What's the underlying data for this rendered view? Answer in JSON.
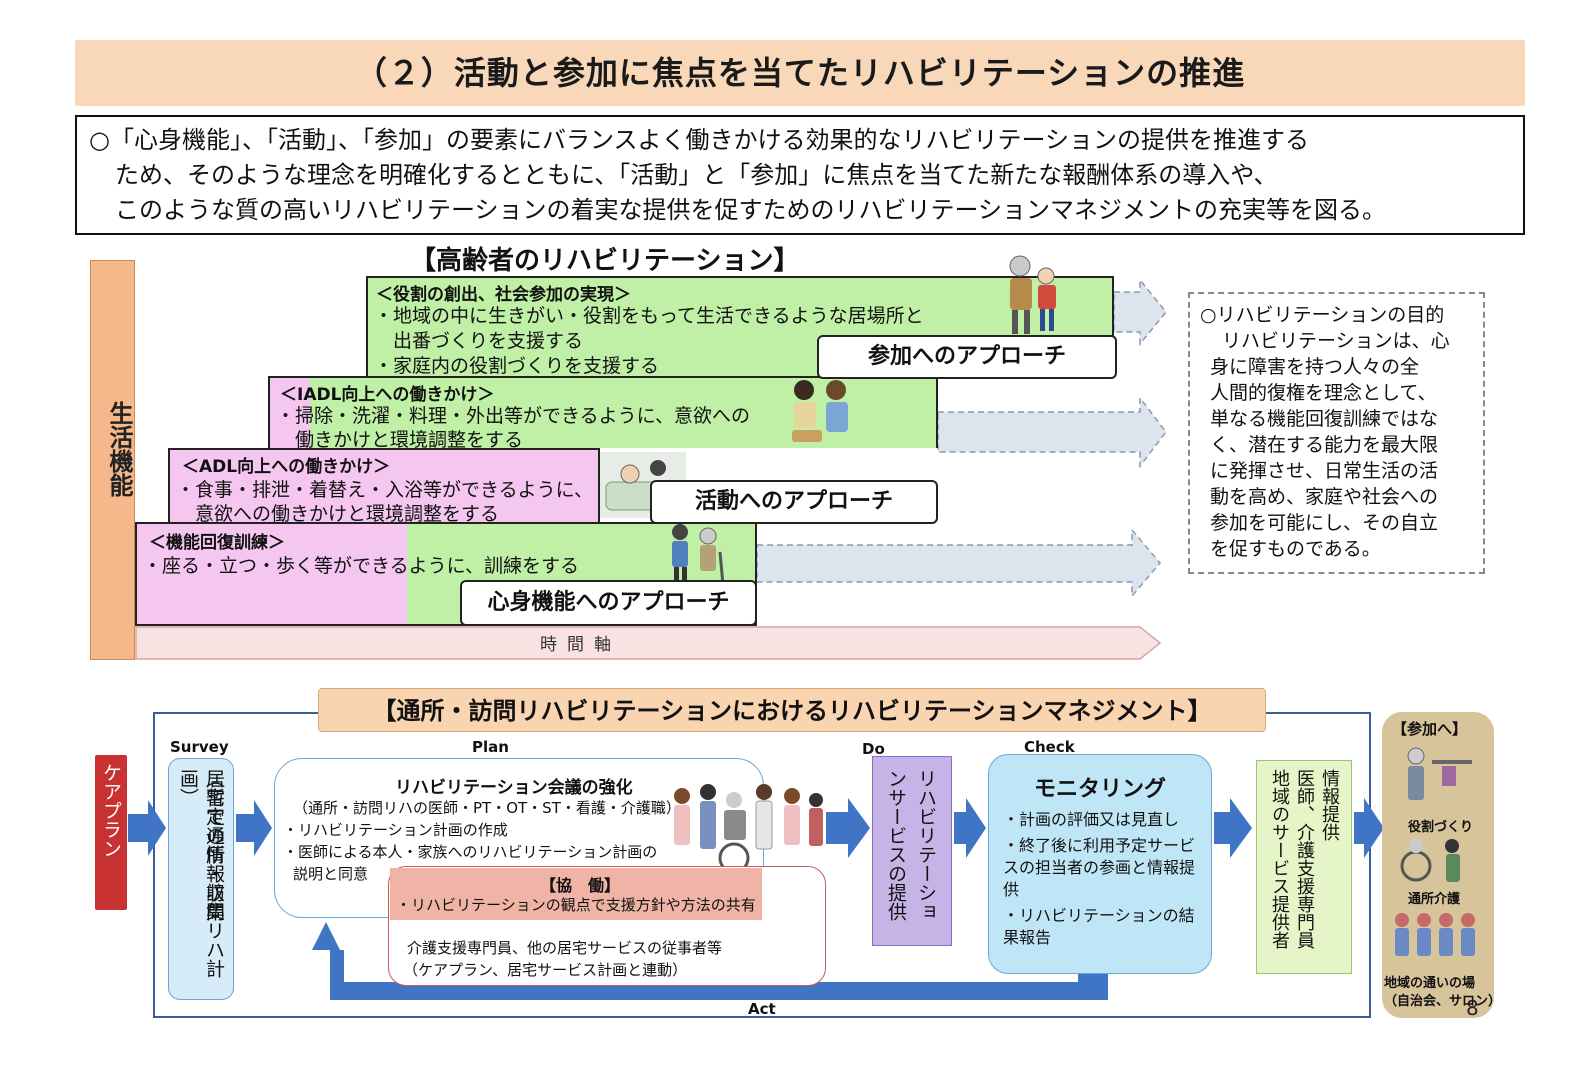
{
  "title": "（２）活動と参加に焦点を当てたリハビリテーションの推進",
  "summary": {
    "line1": "○「心身機能」、「活動」、「参加」の要素にバランスよく働きかける効果的なリハビリテーションの提供を推進する",
    "line2": "ため、そのような理念を明確化するとともに、「活動」と「参加」に焦点を当てた新たな報酬体系の導入や、",
    "line3": "このような質の高いリハビリテーションの着実な提供を促すためのリハビリテーションマネジメントの充実等を図る。"
  },
  "elderly": {
    "heading": "【高齢者のリハビリテーション】",
    "axis_label": "生活機能",
    "time_axis_label": "時間軸",
    "step1": {
      "head": "＜役割の創出、社会参加の実現＞",
      "body1": "・地域の中に生きがい・役割をもって生活できるような居場所と",
      "body2": "　出番づくりを支援する",
      "body3": "・家庭内の役割づくりを支援する"
    },
    "step2": {
      "head": "＜IADL向上への働きかけ＞",
      "body1": "・掃除・洗濯・料理・外出等ができるように、意欲への",
      "body2": "　働きかけと環境調整をする"
    },
    "step3": {
      "head": "＜ADL向上への働きかけ＞",
      "body1": "・食事・排泄・着替え・入浴等ができるように、",
      "body2": "　意欲への働きかけと環境調整をする"
    },
    "step4": {
      "head": "＜機能回復訓練＞",
      "body1": "・座る・立つ・歩く等ができるように、訓練をする"
    },
    "approach_sanka": "参加へのアプローチ",
    "approach_katsudo": "活動へのアプローチ",
    "approach_shinshin": "心身機能へのアプローチ",
    "purpose": {
      "l1": "○リハビリテーションの目的",
      "l2": "リハビリテーションは、心",
      "l3": "身に障害を持つ人々の全",
      "l4": "人間的復権を理念として、",
      "l5": "単なる機能回復訓練ではな",
      "l6": "く、潜在する能力を最大限",
      "l7": "に発揮させ、日常生活の活",
      "l8": "動を高め、家庭や社会への",
      "l9": "参加を可能にし、その自立",
      "l10": "を促すものである。"
    }
  },
  "management": {
    "heading": "【通所・訪問リハビリテーションにおけるリハビリテーションマネジメント】",
    "phases": {
      "survey": "Survey",
      "plan": "Plan",
      "do": "Do",
      "check": "Check",
      "act": "Act"
    },
    "care_plan": "ケアプラン",
    "survey_text1": "居宅での情報収集",
    "survey_text2": "（暫定通所・訪問リハ計画）",
    "plan_title": "リハビリテーション会議の強化",
    "plan_l1": "（通所・訪問リハの医師・PT・OT・ST・看護・介護職）",
    "plan_l2": "・リハビリテーション計画の作成",
    "plan_l3": "・医師による本人・家族へのリハビリテーション計画の",
    "plan_l4": "説明と同意",
    "kyodo_title": "【協　働】",
    "kyodo_body": "・リハビリテーションの観点で支援方針や方法の共有",
    "kyodo_l1": "介護支援専門員、他の居宅サービスの従事者等",
    "kyodo_l2": "（ケアプラン、居宅サービス計画と連動）",
    "do_text": "リハビリテーションサービスの提供",
    "check_title": "モニタリング",
    "check_l1": "・計画の評価又は見直し",
    "check_l2": "・終了後に利用予定サービスの担当者の参画と情報提供",
    "check_l3": "・リハビリテーションの結果報告",
    "info_text1": "情報提供",
    "info_text2": "医師、介護支援専門員",
    "info_text3": "地域のサービス提供者",
    "sanka_head": "【参加へ】",
    "sanka_l1": "役割づくり",
    "sanka_l2": "通所介護",
    "sanka_l3": "地域の通いの場",
    "sanka_l4": "（自治会、サロン）"
  },
  "page_number": "8",
  "colors": {
    "title_bg": "#f8d8b8",
    "pink": "#f4c6f0",
    "green": "#bff0a6",
    "blue_arrow": "#3f75c4",
    "light_blue": "#d6ecf8",
    "purple": "#c6b4e6",
    "red": "#c83232"
  }
}
